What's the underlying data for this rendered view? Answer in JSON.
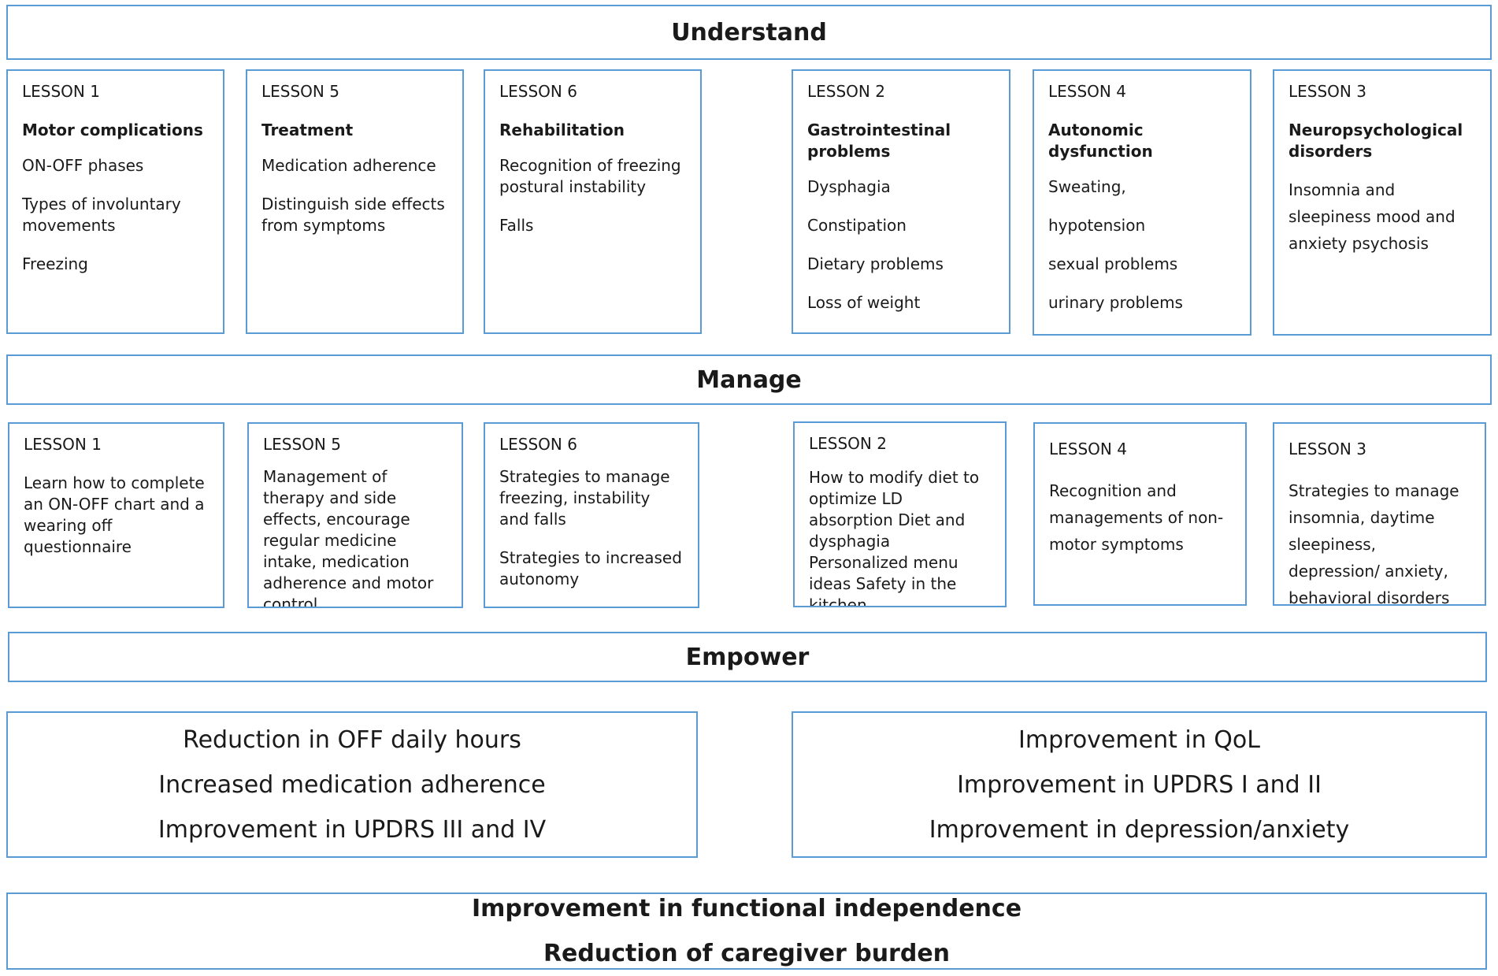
{
  "sections": {
    "understand": "Understand",
    "manage": "Manage",
    "empower": "Empower"
  },
  "understand_lessons": [
    {
      "title": "LESSON 1",
      "heading": "Motor complications",
      "items": [
        "ON-OFF phases",
        "Types of involuntary movements",
        "Freezing"
      ]
    },
    {
      "title": "LESSON 5",
      "heading": "Treatment",
      "items": [
        "Medication adherence",
        "Distinguish side effects from symptoms"
      ]
    },
    {
      "title": "LESSON 6",
      "heading": "Rehabilitation",
      "items": [
        "Recognition of freezing postural instability",
        "Falls"
      ]
    },
    {
      "title": "LESSON 2",
      "heading": "Gastrointestinal problems",
      "items": [
        "Dysphagia",
        "Constipation",
        "Dietary problems",
        "Loss of weight"
      ]
    },
    {
      "title": "LESSON 4",
      "heading": "Autonomic dysfunction",
      "items": [
        "Sweating,",
        "hypotension",
        "sexual problems",
        "urinary problems"
      ]
    },
    {
      "title": "LESSON 3",
      "heading": "Neuropsychological disorders",
      "items": [
        "Insomnia and sleepiness mood and anxiety psychosis"
      ]
    }
  ],
  "manage_lessons": [
    {
      "title": "LESSON 1",
      "items": [
        "Learn how to complete an ON-OFF chart and a wearing off questionnaire"
      ]
    },
    {
      "title": "LESSON 5",
      "items": [
        "Management of therapy and side effects, encourage regular medicine intake, medication adherence and motor control"
      ]
    },
    {
      "title": "LESSON 6",
      "items": [
        "Strategies to manage freezing, instability and falls",
        "Strategies to increased autonomy"
      ]
    },
    {
      "title": "LESSON 2",
      "items": [
        "How to modify diet to optimize LD absorption Diet and dysphagia Personalized menu ideas Safety in the kitchen"
      ]
    },
    {
      "title": "LESSON 4",
      "items": [
        "Recognition and managements of non-motor symptoms"
      ]
    },
    {
      "title": "LESSON 3",
      "items": [
        "Strategies to manage insomnia, daytime sleepiness, depression/ anxiety, behavioral disorders"
      ]
    }
  ],
  "empower_outcomes": {
    "left": [
      "Reduction in OFF daily hours",
      "Increased medication adherence",
      "Improvement in UPDRS III and IV"
    ],
    "right": [
      "Improvement in QoL",
      "Improvement in UPDRS I and II",
      "Improvement in depression/anxiety"
    ]
  },
  "final_outcomes": [
    "Improvement in functional independence",
    "Reduction of caregiver burden"
  ],
  "colors": {
    "border": "#5b9bd5",
    "text": "#1a1a1a"
  }
}
